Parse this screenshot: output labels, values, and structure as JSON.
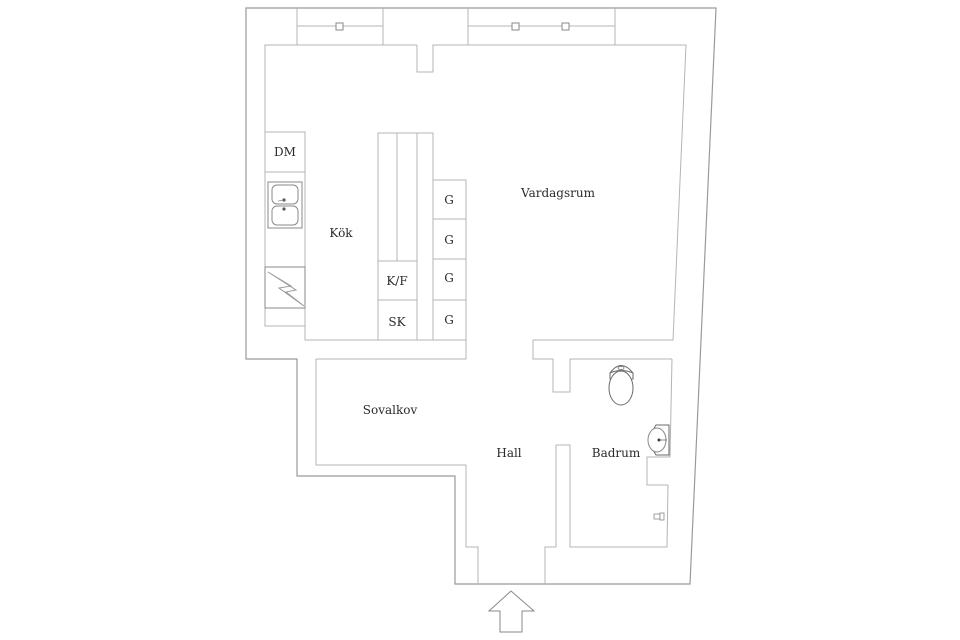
{
  "floorplan": {
    "rooms": {
      "kitchen": "Kök",
      "living_room": "Vardagsrum",
      "bedroom_alcove": "Sovalkov",
      "hall": "Hall",
      "bathroom": "Badrum"
    },
    "kitchen_fixtures": {
      "dishwasher": "DM",
      "fridge_freezer": "K/F",
      "cabinet": "SK",
      "cupboards": [
        "G",
        "G",
        "G",
        "G"
      ]
    },
    "icons": {
      "sink": "double-sink-icon",
      "stove": "stove-icon",
      "toilet": "toilet-icon",
      "washbasin": "washbasin-icon",
      "tap": "tap-icon",
      "entrance": "entrance-arrow-icon"
    },
    "colors": {
      "wall": "#9a9a9a",
      "background": "#ffffff",
      "text": "#2a2a2a"
    }
  }
}
